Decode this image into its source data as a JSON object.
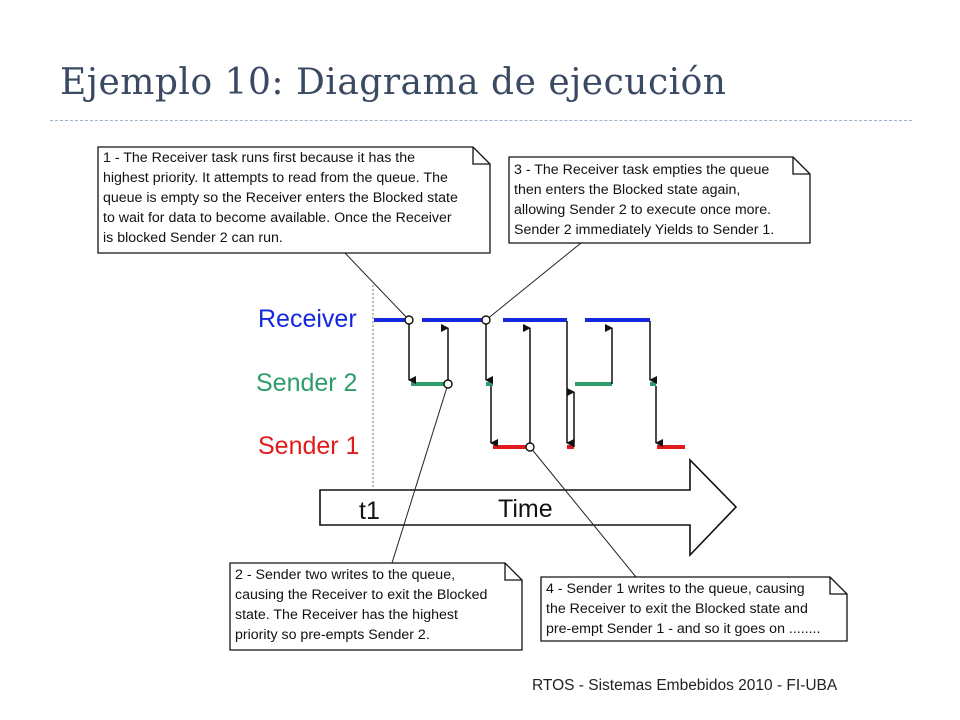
{
  "slide": {
    "title": "Ejemplo 10: Diagrama de ejecución",
    "footer": "RTOS - Sistemas Embebidos 2010 - FI-UBA"
  },
  "diagram": {
    "tasks": [
      {
        "name": "Receiver",
        "color": "#1428e0"
      },
      {
        "name": "Sender 2",
        "color": "#2e9c6b"
      },
      {
        "name": "Sender 1",
        "color": "#e11b1b"
      }
    ],
    "axis": {
      "marker": "t1",
      "label": "Time"
    },
    "notes": [
      {
        "id": "note-1",
        "lines": [
          "1 - The Receiver task runs first because it has the",
          "highest priority.  It attempts to read from the queue.  The",
          "queue is empty so the Receiver enters the Blocked state",
          "to wait for data to become available.  Once the Receiver",
          "is blocked Sender 2 can run."
        ]
      },
      {
        "id": "note-2",
        "lines": [
          "2 - Sender two writes to the queue,",
          "causing the Receiver to exit the Blocked",
          "state.  The Receiver has the highest",
          "priority so pre-empts Sender 2."
        ]
      },
      {
        "id": "note-3",
        "lines": [
          "3 - The Receiver task empties the queue",
          "then enters the Blocked state again,",
          "allowing Sender 2 to execute once more.",
          "Sender 2 immediately Yields to Sender 1."
        ]
      },
      {
        "id": "note-4",
        "lines": [
          "4 - Sender 1 writes to the queue, causing",
          "the Receiver to exit the Blocked state and",
          "pre-empt Sender 1 - and so it goes on ........"
        ]
      }
    ]
  }
}
